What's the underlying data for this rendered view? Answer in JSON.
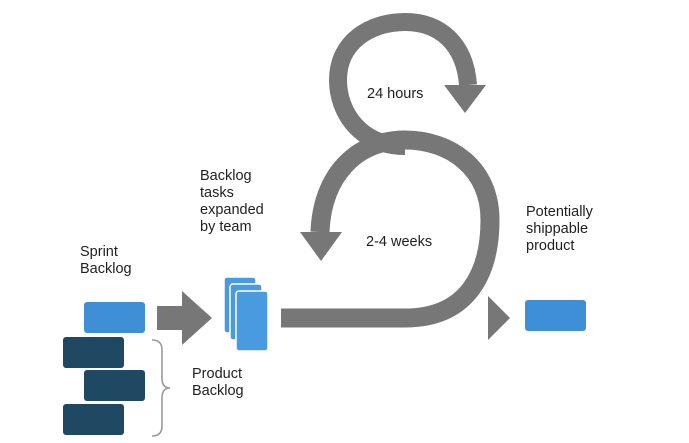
{
  "labels": {
    "sprint_backlog": "Sprint\nBacklog",
    "product_backlog": "Product\nBacklog",
    "backlog_tasks": "Backlog\ntasks\nexpanded\nby team",
    "daily_cycle": "24 hours",
    "sprint_cycle": "2-4 weeks",
    "shippable_product": "Potentially\nshippable\nproduct"
  },
  "colors": {
    "arrow": "#777777",
    "sprint_item": "#3f8fd6",
    "product_item": "#1f4863",
    "task_card": "#4a9ae0",
    "task_card_border": "#ffffff",
    "bracket": "#9a9a9a",
    "text": "#1f1f1f"
  }
}
